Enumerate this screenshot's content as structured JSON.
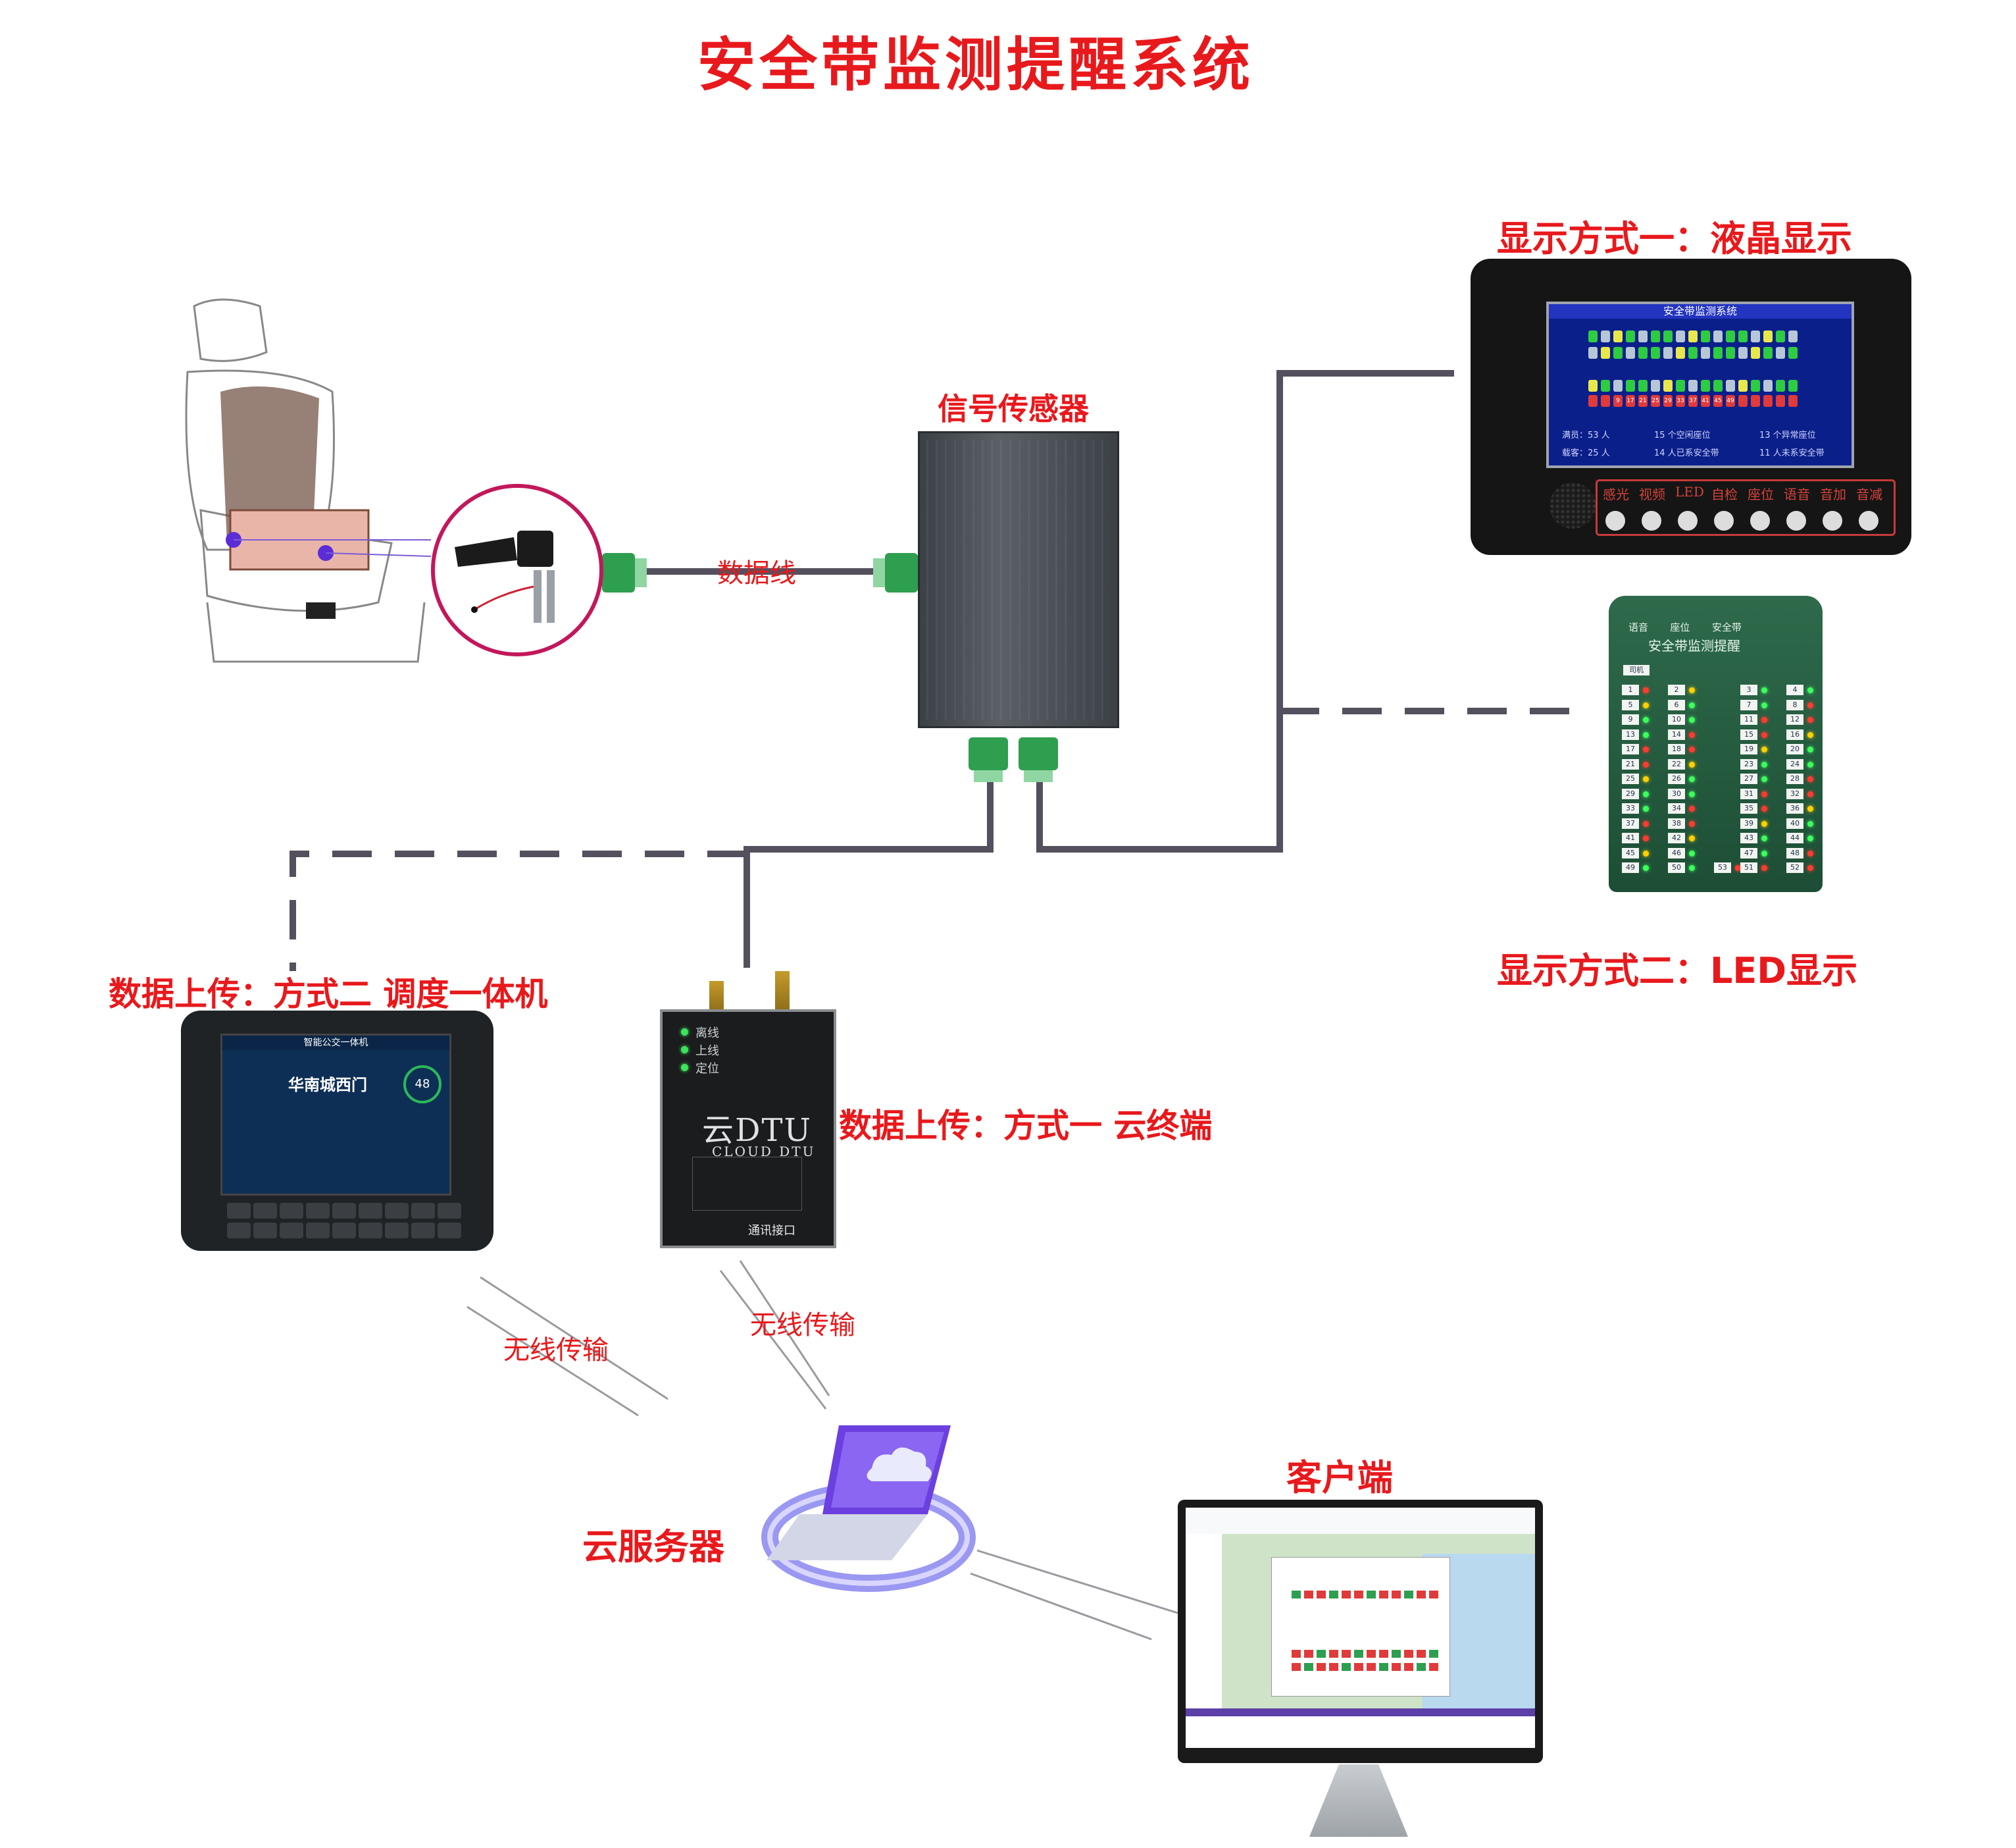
{
  "title": "安全带监测提醒系统",
  "nodes": {
    "sensor": {
      "label": "信号传感器"
    },
    "lcd_display": {
      "label": "显示方式一：液晶显示",
      "screen_title": "安全带监测系统",
      "stats": [
        "满员：53 人",
        "载客：25 人",
        "15 个空闲座位",
        "13 个异常座位",
        "14 人已系安全带",
        "11 人未系安全带"
      ],
      "seat_numbers": [
        "9",
        "17",
        "21",
        "25",
        "29",
        "33",
        "37",
        "41",
        "45",
        "49"
      ],
      "buttons": [
        "感光",
        "视频",
        "LED",
        "自检",
        "座位",
        "语音",
        "音加",
        "音减"
      ]
    },
    "led_display": {
      "label": "显示方式二：LED显示",
      "panel_title": "安全带监测提醒",
      "panel_top": [
        "语音",
        "座位",
        "安全带"
      ],
      "driver_label": "司机",
      "seat_rows_left": [
        [
          "1",
          "2"
        ],
        [
          "5",
          "6"
        ],
        [
          "9",
          "10"
        ],
        [
          "13",
          "14"
        ],
        [
          "17",
          "18"
        ],
        [
          "21",
          "22"
        ],
        [
          "25",
          "26"
        ],
        [
          "29",
          "30"
        ],
        [
          "33",
          "34"
        ],
        [
          "37",
          "38"
        ],
        [
          "41",
          "42"
        ],
        [
          "45",
          "46"
        ],
        [
          "49",
          "50",
          "53"
        ]
      ],
      "seat_rows_right": [
        [
          "3",
          "4"
        ],
        [
          "7",
          "8"
        ],
        [
          "11",
          "12"
        ],
        [
          "15",
          "16"
        ],
        [
          "19",
          "20"
        ],
        [
          "23",
          "24"
        ],
        [
          "27",
          "28"
        ],
        [
          "31",
          "32"
        ],
        [
          "35",
          "36"
        ],
        [
          "39",
          "40"
        ],
        [
          "43",
          "44"
        ],
        [
          "47",
          "48"
        ],
        [
          "51",
          "52"
        ]
      ]
    },
    "dispatch_terminal": {
      "label": "数据上传：方式二 调度一体机",
      "screen_title": "智能公交一体机",
      "station": "华南城西门",
      "speed": "48"
    },
    "cloud_dtu": {
      "label": "数据上传：方式一 云终端",
      "status": [
        "离线",
        "上线",
        "定位"
      ],
      "logo": "云DTU",
      "logo_sub": "CLOUD DTU",
      "port_label": "通讯接口"
    },
    "cloud_server": {
      "label": "云服务器"
    },
    "client": {
      "label": "客户端"
    }
  },
  "edges": {
    "data_cable": "数据线",
    "wireless_1": "无线传输",
    "wireless_2": "无线传输"
  },
  "colors": {
    "label_red": "#e8191c",
    "connector_green": "#2e9e4f",
    "line_gray": "#55505e"
  }
}
